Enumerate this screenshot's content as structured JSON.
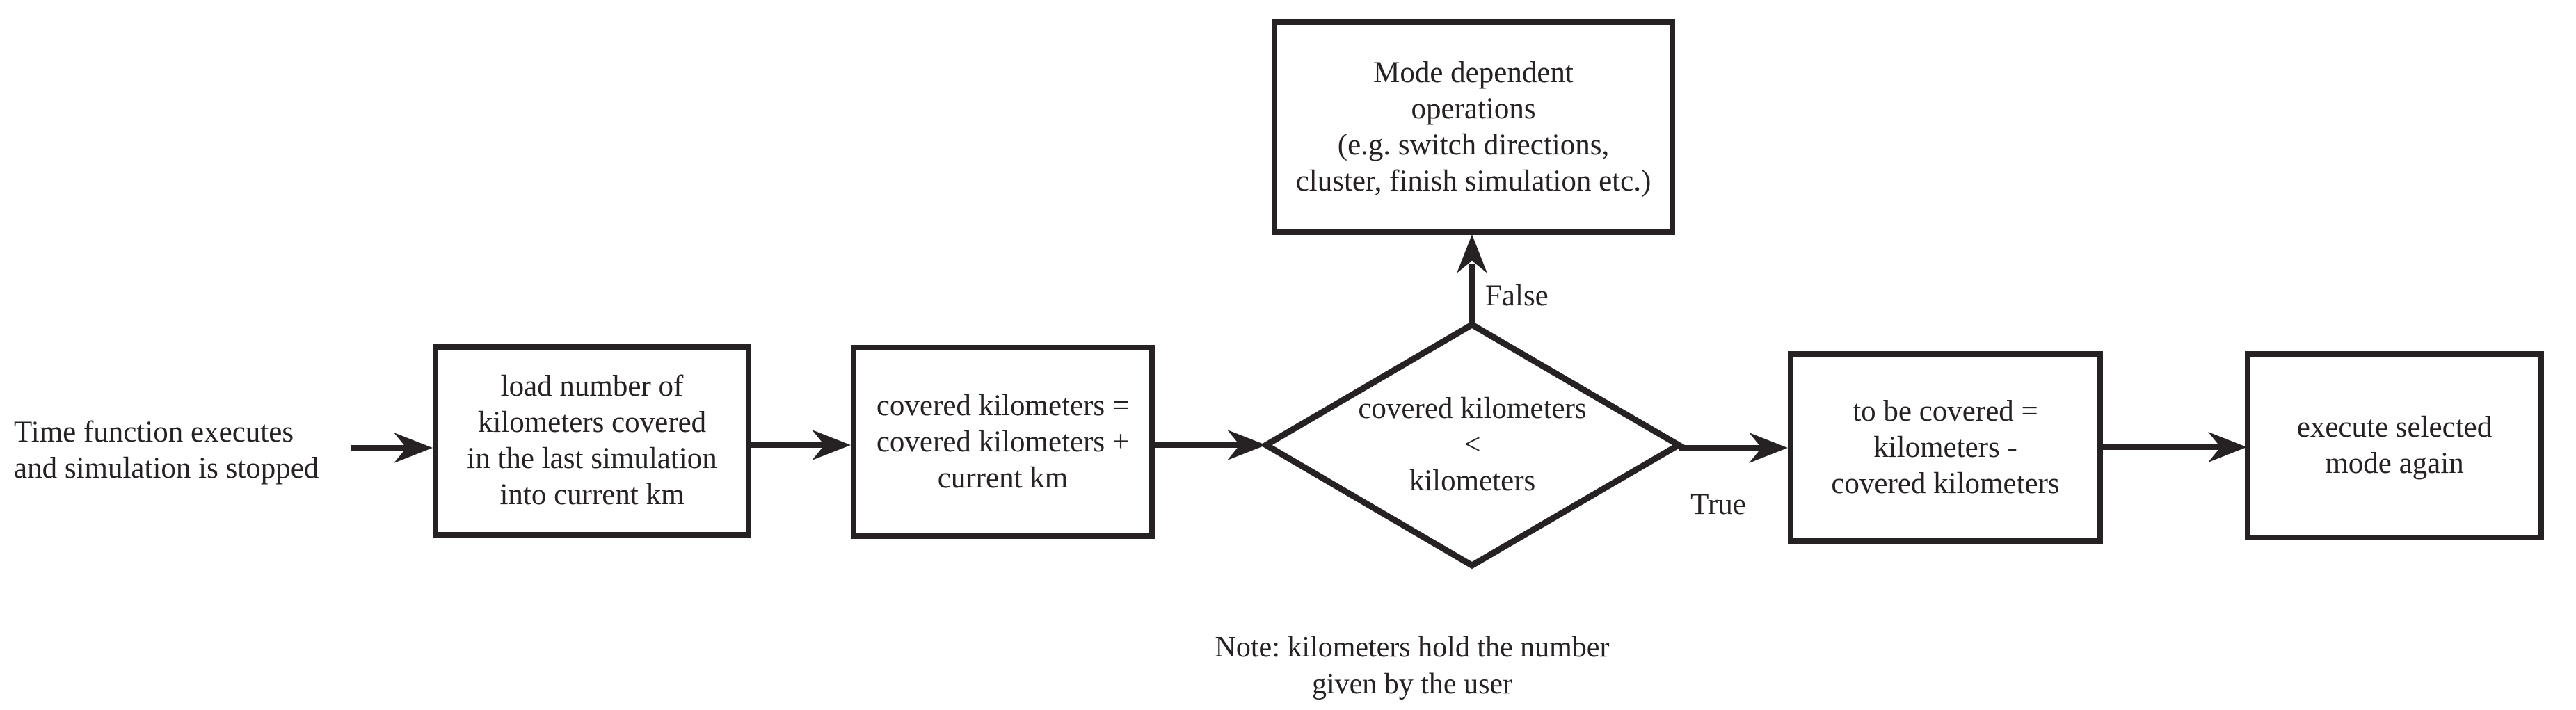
{
  "diagram": {
    "type": "flowchart",
    "background_color": "#ffffff",
    "ink_color": "#262223",
    "start_label": {
      "lines": [
        "Time function executes",
        "and simulation is stopped"
      ]
    },
    "nodes": {
      "load_km": {
        "shape": "rect",
        "lines": [
          "load number of",
          "kilometers covered",
          "in the last simulation",
          "into current km"
        ]
      },
      "add_km": {
        "shape": "rect",
        "lines": [
          "covered kilometers =",
          "covered kilometers +",
          "current km"
        ]
      },
      "decision": {
        "shape": "diamond",
        "lines": [
          "covered kilometers",
          "<",
          "kilometers"
        ]
      },
      "mode_ops": {
        "shape": "rect",
        "lines": [
          "Mode dependent",
          "operations",
          "(e.g. switch directions,",
          "cluster, finish simulation etc.)"
        ]
      },
      "to_be_covered": {
        "shape": "rect",
        "lines": [
          "to be covered =",
          "kilometers -",
          "covered kilometers"
        ]
      },
      "execute_mode": {
        "shape": "rect",
        "lines": [
          "execute selected",
          "mode again"
        ]
      }
    },
    "edges": [
      {
        "from": "start",
        "to": "load_km",
        "label": ""
      },
      {
        "from": "load_km",
        "to": "add_km",
        "label": ""
      },
      {
        "from": "add_km",
        "to": "decision",
        "label": ""
      },
      {
        "from": "decision",
        "to": "mode_ops",
        "label": "False"
      },
      {
        "from": "decision",
        "to": "to_be_covered",
        "label": "True"
      },
      {
        "from": "to_be_covered",
        "to": "execute_mode",
        "label": ""
      }
    ],
    "note": {
      "lines": [
        "Note: kilometers hold the number",
        "given by the user"
      ]
    }
  }
}
